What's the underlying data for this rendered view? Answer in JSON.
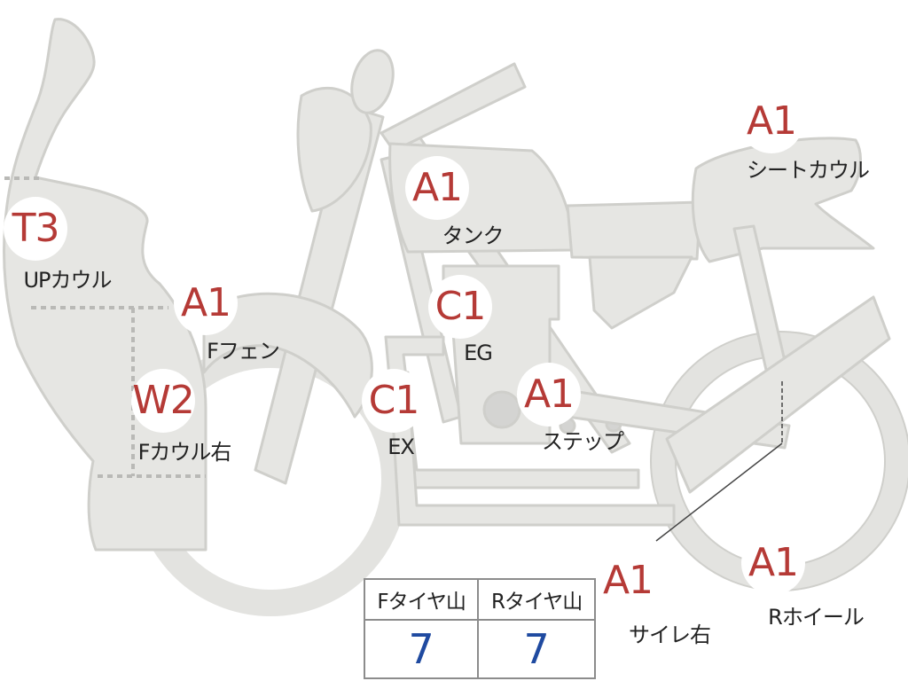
{
  "colors": {
    "part_fill": "#e6e6e3",
    "part_stroke": "#cfcfcb",
    "grade_text": "#b53a36",
    "tread_value": "#1f4aa0",
    "label_text": "#222222"
  },
  "parts": [
    {
      "id": "up-cowl",
      "grade": "T3",
      "label": "UPカウル"
    },
    {
      "id": "f-fender",
      "grade": "A1",
      "label": "Fフェン"
    },
    {
      "id": "f-cowl-r",
      "grade": "W2",
      "label": "Fカウル右"
    },
    {
      "id": "tank",
      "grade": "A1",
      "label": "タンク"
    },
    {
      "id": "engine",
      "grade": "C1",
      "label": "EG"
    },
    {
      "id": "exhaust",
      "grade": "C1",
      "label": "EX"
    },
    {
      "id": "step",
      "grade": "A1",
      "label": "ステップ"
    },
    {
      "id": "seat-cowl",
      "grade": "A1",
      "label": "シートカウル"
    },
    {
      "id": "muffler-r",
      "grade": "A1",
      "label": "サイレ右"
    },
    {
      "id": "r-wheel",
      "grade": "A1",
      "label": "Rホイール"
    }
  ],
  "tire_table": {
    "headers": [
      "Fタイヤ山",
      "Rタイヤ山"
    ],
    "values": [
      "7",
      "7"
    ]
  }
}
